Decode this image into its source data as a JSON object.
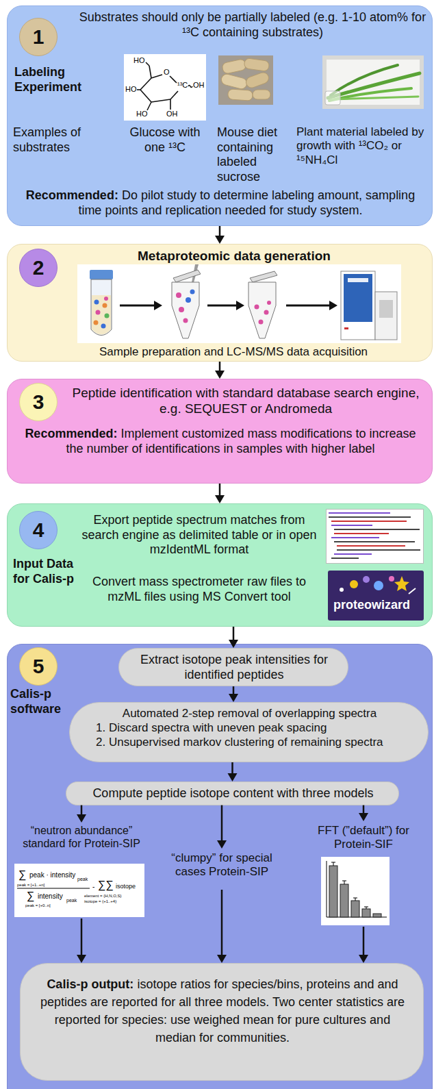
{
  "diagram": {
    "nodes": [
      {
        "text": [
          "Substrates should only be partially labeled (e.g. 1-10 atom% for ¹³C containing substrates)",
          "Labeling Experiment",
          "Examples of substrates",
          "Glucose with one ¹³C",
          "Mouse diet containing labeled sucrose",
          "Plant material labeled by growth with ¹³CO₂ or ¹⁵NH₄Cl",
          "Recommended:",
          "Do pilot study to determine labeling amount, sampling time points and replication needed for study system."
        ]
      },
      {
        "text": [
          "1"
        ],
        "in": 0
      },
      {
        "text": [
          "Metaproteomic data generation",
          "Sample preparation and LC-MS/MS data acquisition"
        ]
      },
      {
        "text": [
          "2"
        ],
        "in": 2
      },
      {
        "text": [
          "Peptide identification with standard database search engine, e.g. SEQUEST or Andromeda",
          "Recommended:",
          "Implement customized mass modifications to increase the number of identifications in samples with higher label"
        ]
      },
      {
        "text": [
          "3"
        ],
        "in": 4
      },
      {
        "text": [
          "Input Data for Calis-p",
          "Export peptide spectrum matches from search engine as delimited table or in open mzIdentML format",
          "Convert mass spectrometer raw files to mzML files using MS Convert tool"
        ]
      },
      {
        "text": [
          "4"
        ],
        "in": 6
      },
      {
        "text": [
          "Calis-p software"
        ]
      },
      {
        "text": [
          "5"
        ],
        "in": 8
      },
      {
        "text": [
          "Extract isotope peak intensities for identified peptides"
        ],
        "in": 8
      },
      {
        "text": [
          "Automated 2-step removal of overlapping spectra",
          "1. Discard spectra with uneven peak spacing",
          "2. Unsupervised markov clustering of remaining spectra"
        ],
        "in": 8
      },
      {
        "text": [
          "Compute peptide isotope content with three models"
        ],
        "in": 8
      },
      {
        "text": [
          "“neutron abundance” standard for Protein-SIP"
        ],
        "in": 8
      },
      {
        "text": [
          "“clumpy” for special cases Protein-SIP"
        ],
        "in": 8
      },
      {
        "text": [
          "FFT (”default”) for Protein-SIF"
        ],
        "in": 8
      },
      {
        "text": [
          "Calis-p output:",
          "isotope ratios for species/bins, proteins and and peptides are reported for all three models. Two center statistics are reported for species: use weighed mean for pure cultures and median for communities."
        ],
        "in": 8
      }
    ],
    "edges": [
      {
        "from": 0,
        "to": 2,
        "arrow": "to"
      },
      {
        "from": 2,
        "to": 4,
        "arrow": "to"
      },
      {
        "from": 4,
        "to": 6,
        "arrow": "to"
      },
      {
        "from": 6,
        "to": 10,
        "arrow": "to"
      },
      {
        "from": 10,
        "to": 11,
        "arrow": "to"
      },
      {
        "from": 11,
        "to": 12,
        "arrow": "to"
      },
      {
        "from": 12,
        "to": 13,
        "arrow": "to"
      },
      {
        "from": 12,
        "to": 14,
        "arrow": "to"
      },
      {
        "from": 12,
        "to": 15,
        "arrow": "to"
      },
      {
        "from": 13,
        "to": 16,
        "arrow": "to"
      },
      {
        "from": 14,
        "to": 16,
        "arrow": "to"
      },
      {
        "from": 15,
        "to": 16,
        "arrow": "to"
      }
    ],
    "labels": [
      "HO",
      "O",
      "¹³C",
      "OH",
      "HO",
      "HO",
      "OH",
      "proteowizard",
      "∑",
      "peak · intensity",
      "peak",
      "peak = [+1..+n]",
      "∑",
      "intensity",
      "peak",
      "peak = [+0..n]",
      "-",
      "∑∑",
      "isotope",
      "element = {H,N,O,S}",
      "isotope = {+1..+4}"
    ]
  }
}
